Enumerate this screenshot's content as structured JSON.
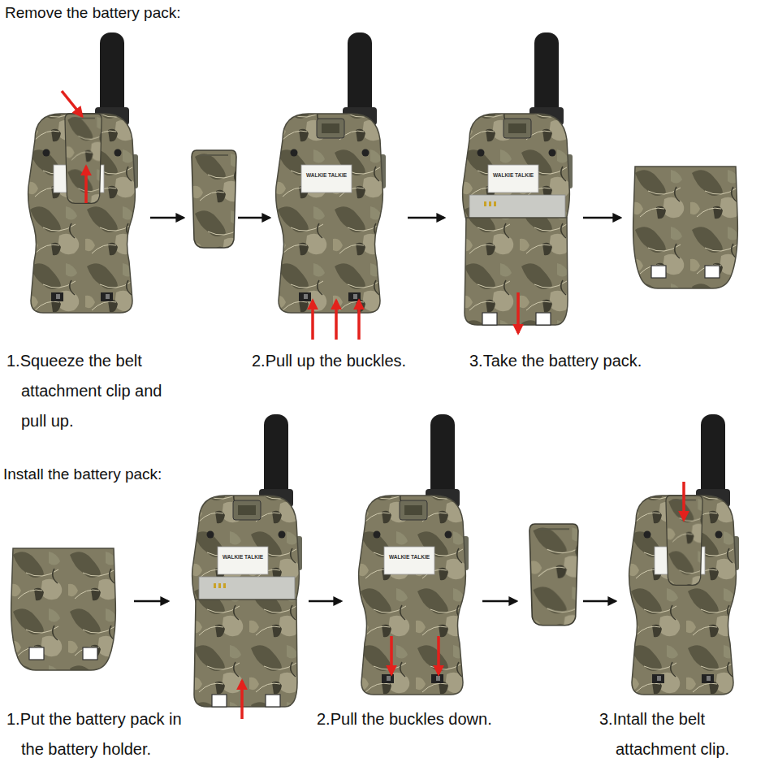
{
  "diagram": {
    "labels": [
      "Remove the battery pack:",
      "1.Squeeze the belt attachment clip and pull up.",
      "WALKIE TALKIE",
      "2.Pull up the buckles.",
      "WALKIE TALKIE",
      "3.Take the battery pack.",
      "Install the battery pack:",
      "WALKIE TALKIE",
      "1.Put the battery pack in the battery holder.",
      "WALKIE TALKIE",
      "2.Pull the buckles down.",
      "3.Intall the belt attachment clip."
    ]
  }
}
